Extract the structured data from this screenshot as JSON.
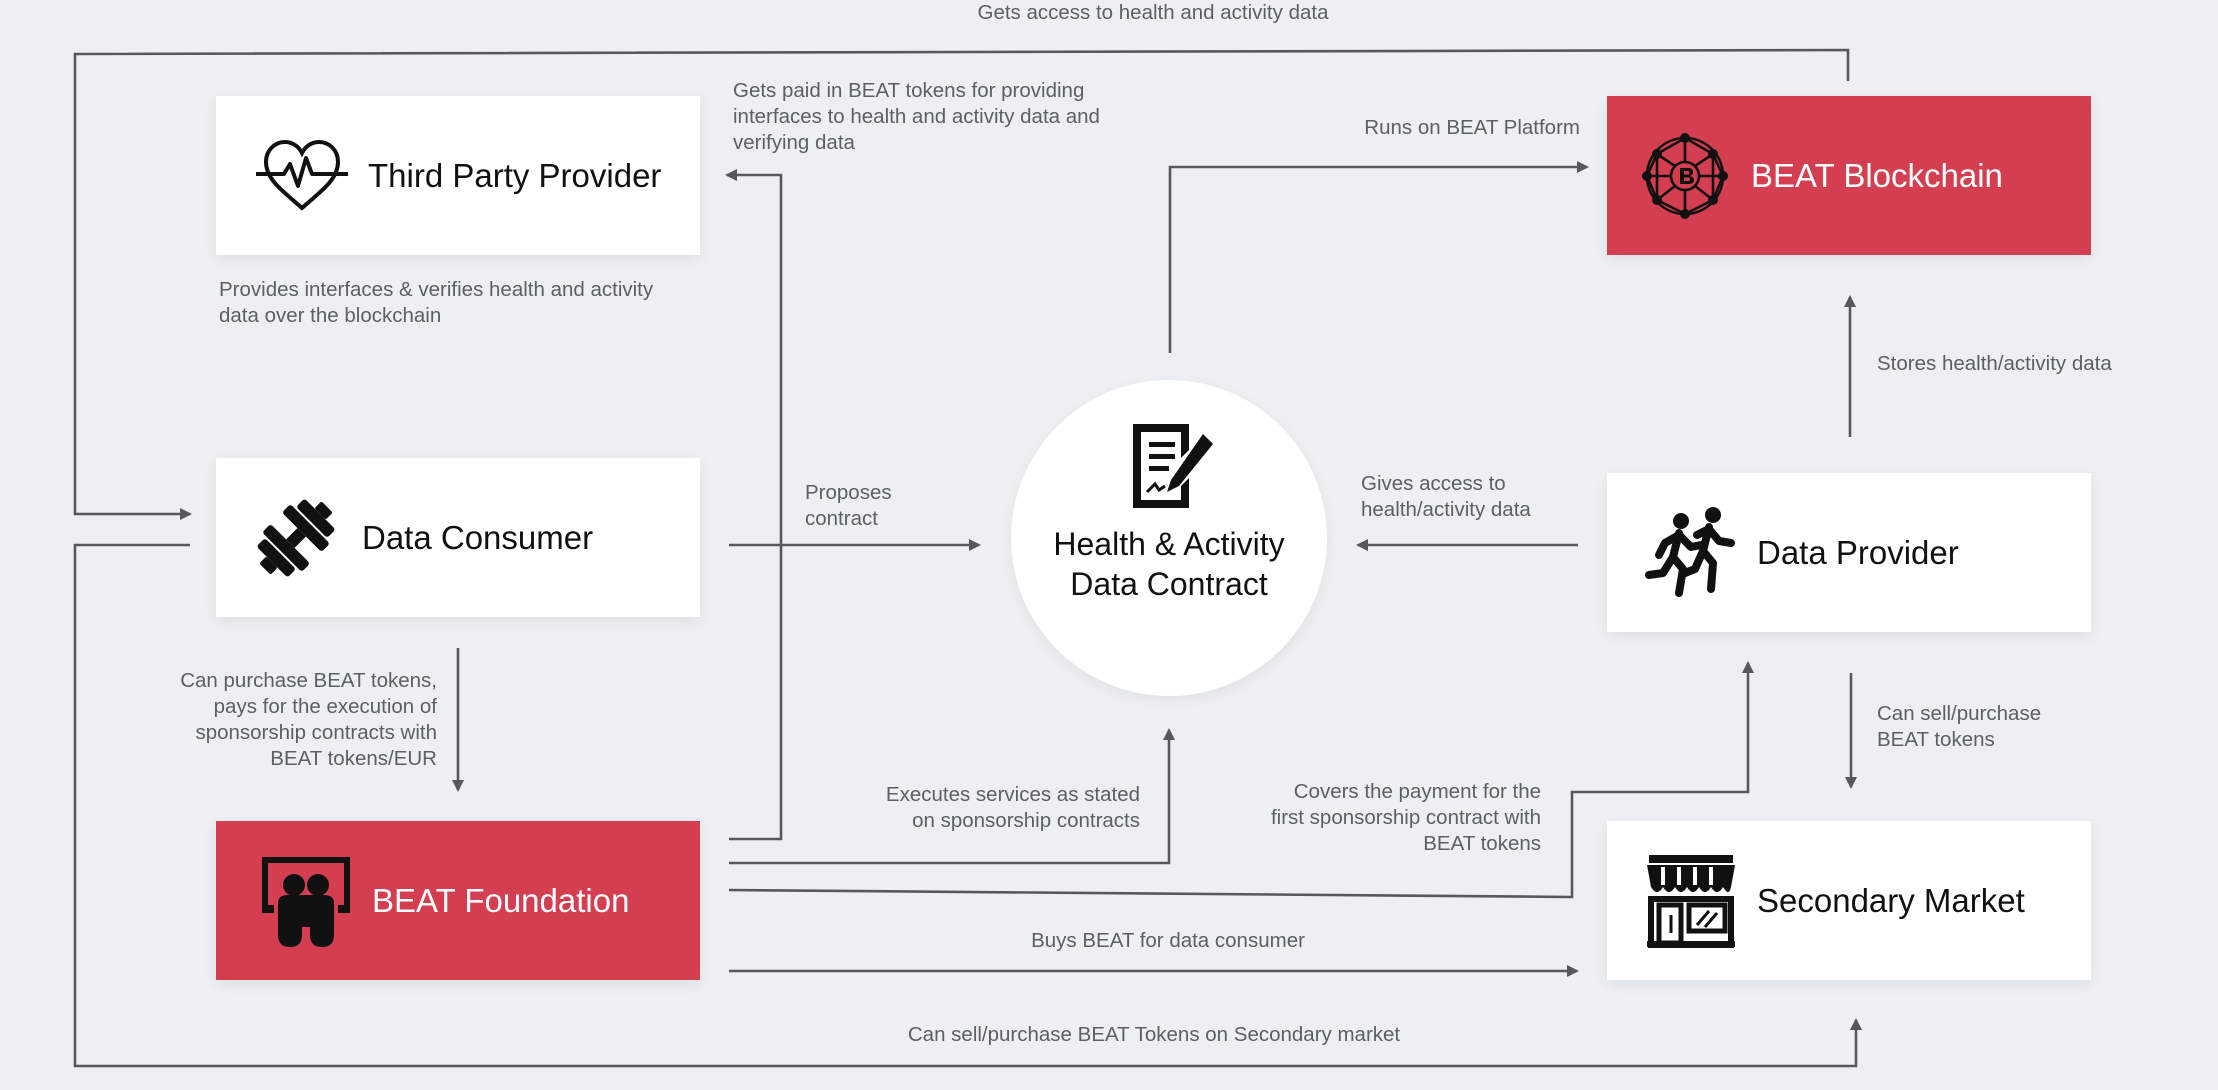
{
  "colors": {
    "accent": "#d33f50",
    "line": "#55595e",
    "text": "#5b6066",
    "background": "#edf0f3"
  },
  "contract": {
    "title": "Health & Activity Data Contract",
    "icon": "contract-document-icon"
  },
  "nodes": {
    "third_party_provider": {
      "label": "Third Party Provider",
      "icon": "heart-pulse-icon"
    },
    "data_consumer": {
      "label": "Data Consumer",
      "icon": "dumbbell-icon"
    },
    "beat_foundation": {
      "label": "BEAT Foundation",
      "icon": "foundation-logo-icon"
    },
    "beat_blockchain": {
      "label": "BEAT Blockchain",
      "icon": "blockchain-network-icon"
    },
    "data_provider": {
      "label": "Data Provider",
      "icon": "runners-icon"
    },
    "secondary_market": {
      "label": "Secondary Market",
      "icon": "storefront-icon"
    }
  },
  "edges": {
    "top_access": "Gets access to health and activity data",
    "gets_paid": "Gets paid in BEAT tokens for providing interfaces to health and activity data and verifying data",
    "provides_interfaces": "Provides interfaces & verifies health and activity data over the blockchain",
    "runs_on": "Runs on BEAT Platform",
    "stores": "Stores health/activity data",
    "proposes": "Proposes contract",
    "gives_access": "Gives access to health/activity data",
    "can_purchase": "Can purchase BEAT tokens, pays for the execution of sponsorship contracts with BEAT tokens/EUR",
    "executes": "Executes services as stated on sponsorship contracts",
    "covers_payment": "Covers the payment for the first sponsorship contract with BEAT tokens",
    "can_sell_purchase": "Can sell/purchase BEAT tokens",
    "buys_beat": "Buys BEAT for data consumer",
    "bottom_sell": "Can sell/purchase BEAT Tokens on Secondary market"
  }
}
